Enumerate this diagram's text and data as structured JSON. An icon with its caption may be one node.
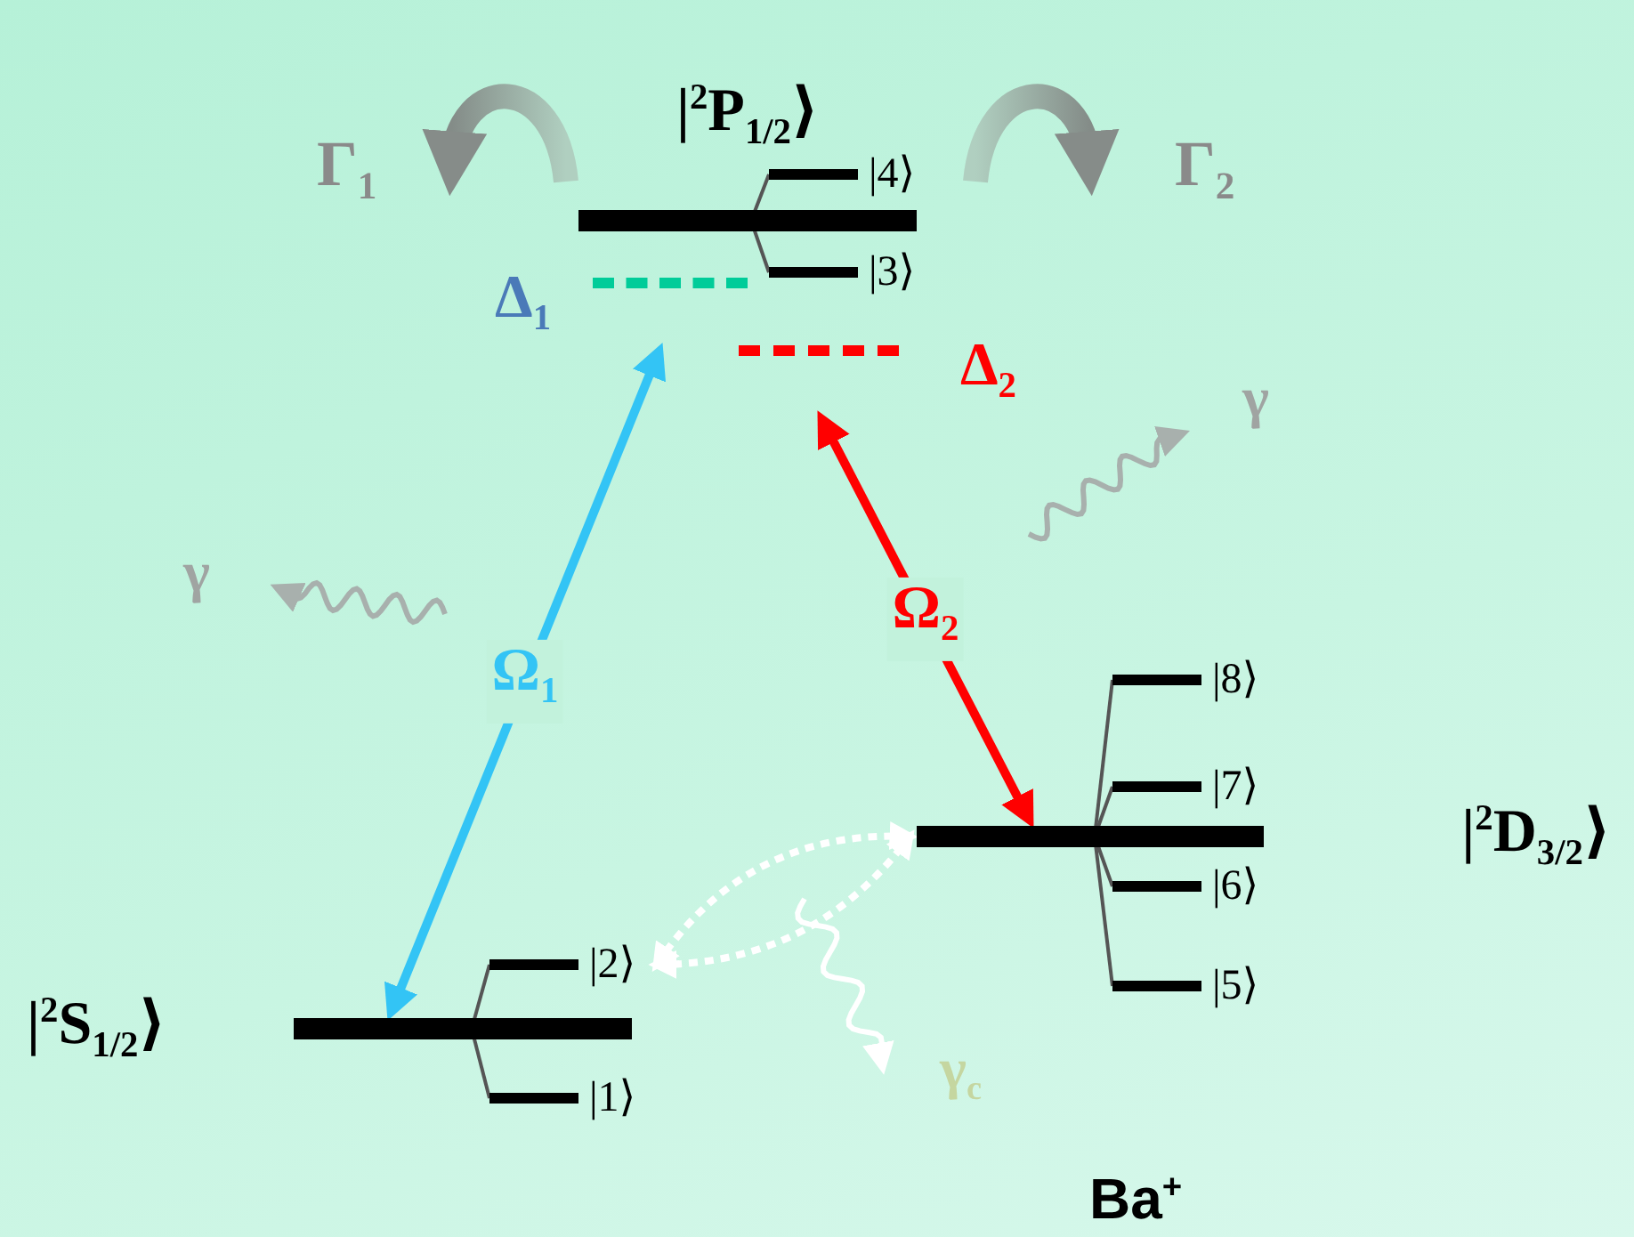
{
  "diagram": {
    "nodes": [
      {
        "text": [
          "|$^{2}$P$_{1/2}$⟩"
        ]
      },
      {
        "text": [
          "|4⟩"
        ]
      },
      {
        "text": [
          "|3⟩"
        ]
      },
      {
        "text": [
          "Δ$_{1}$"
        ]
      },
      {
        "text": [
          "Δ$_{2}$"
        ]
      },
      {
        "text": [
          "|$^{2}$S$_{1/2}$⟩"
        ]
      },
      {
        "text": [
          "|2⟩"
        ]
      },
      {
        "text": [
          "|1⟩"
        ]
      },
      {
        "text": [
          "|$^{2}$D$_{3/2}$⟩"
        ]
      },
      {
        "text": [
          "|8⟩"
        ]
      },
      {
        "text": [
          "|7⟩"
        ]
      },
      {
        "text": [
          "|6⟩"
        ]
      },
      {
        "text": [
          "|5⟩"
        ]
      }
    ],
    "edges": [
      {
        "from": 0,
        "to": 1,
        "arrow": "none"
      },
      {
        "from": 0,
        "to": 2,
        "arrow": "none"
      },
      {
        "from": 5,
        "to": 6,
        "arrow": "none"
      },
      {
        "from": 5,
        "to": 7,
        "arrow": "none"
      },
      {
        "from": 8,
        "to": 9,
        "arrow": "none"
      },
      {
        "from": 8,
        "to": 10,
        "arrow": "none"
      },
      {
        "from": 8,
        "to": 11,
        "arrow": "none"
      },
      {
        "from": 8,
        "to": 12,
        "arrow": "none"
      },
      {
        "from": 5,
        "to": 3,
        "arrow": "both",
        "label": "Ω$_{1}$",
        "style": "thick",
        "color": "#33c4f5"
      },
      {
        "from": 8,
        "to": 4,
        "arrow": "both",
        "label": "Ω$_{2}$",
        "style": "thick",
        "color": "#ff0000"
      },
      {
        "from": 6,
        "to": 8,
        "arrow": "both",
        "style": "dashed",
        "color": "#ffffff"
      },
      {
        "from": 6,
        "to": 8,
        "arrow": "both",
        "style": "dashed",
        "color": "#ffffff"
      }
    ],
    "labels": [
      "Γ$_{1}$",
      "Γ$_{2}$",
      "γ",
      "γ",
      "γ$_{c}$",
      "Ba$^{+}$"
    ]
  }
}
